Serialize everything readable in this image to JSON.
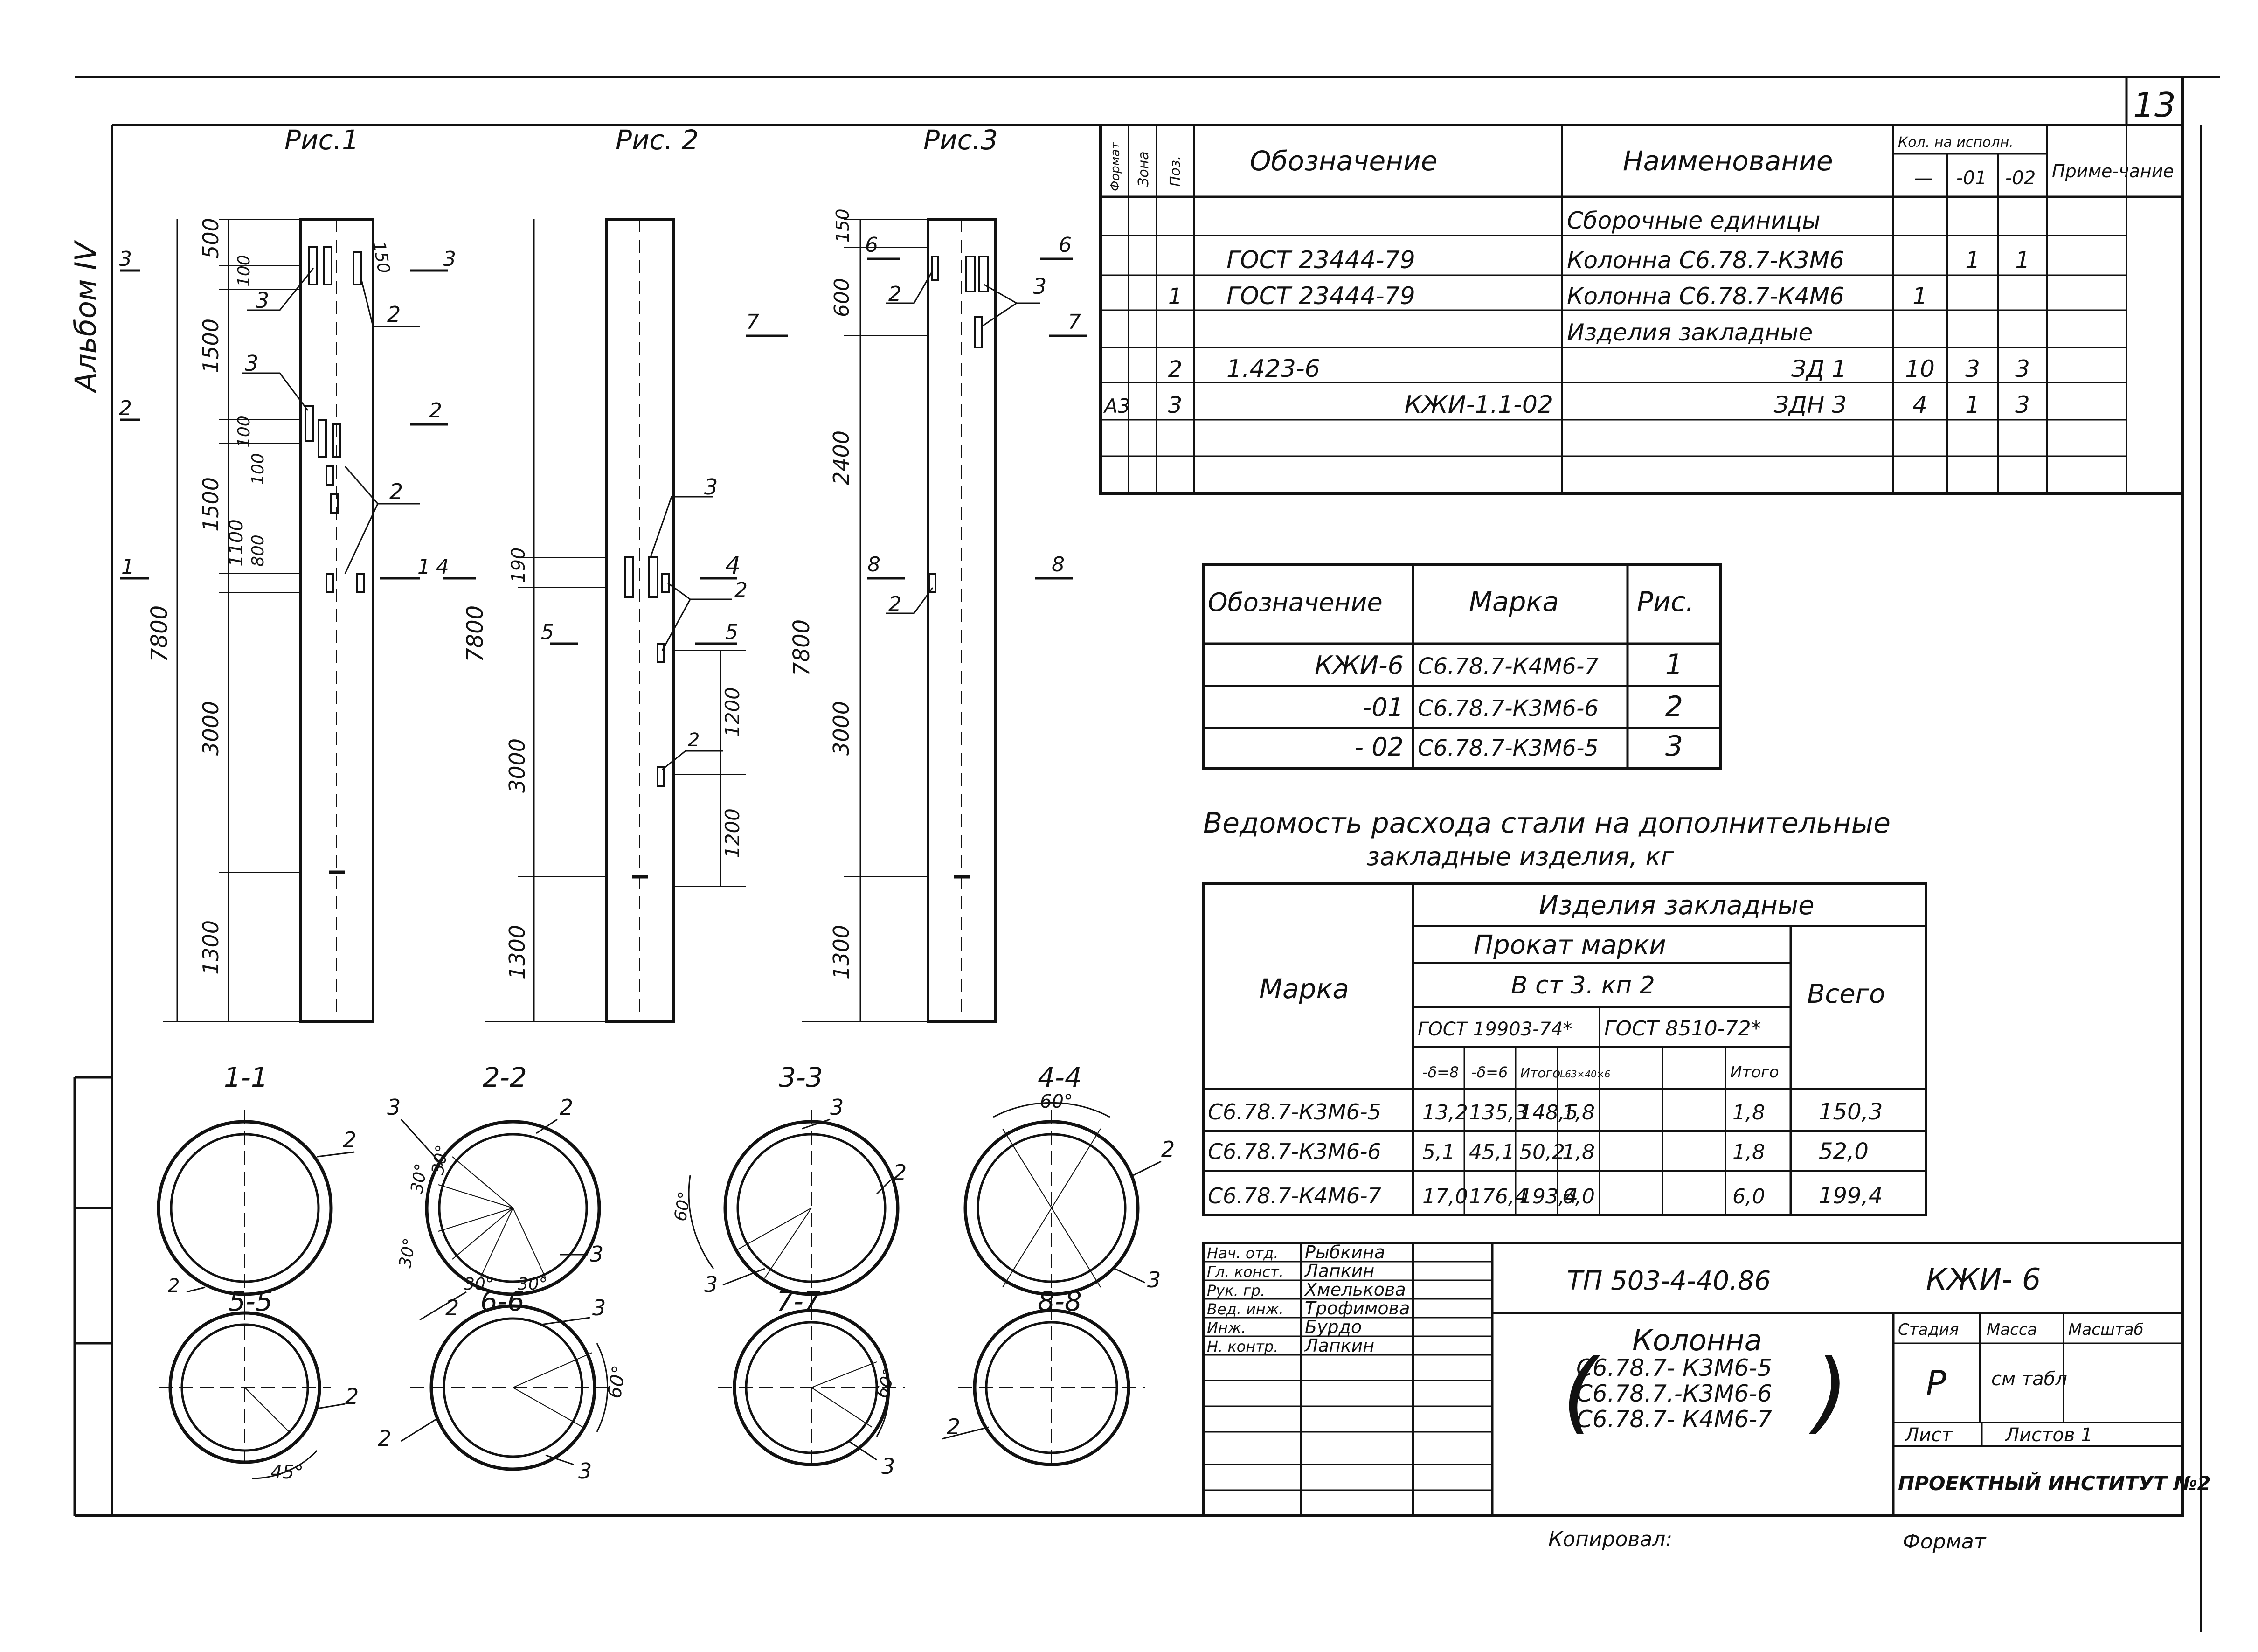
{
  "sheet": {
    "number": "13",
    "album": "Альбом IV",
    "copied": "Копировал:",
    "format": "Формат"
  },
  "figures": {
    "fig1": {
      "title": "Рис.1",
      "dims": [
        "500",
        "100",
        "1500",
        "100",
        "1500",
        "1100",
        "100",
        "800",
        "7800",
        "3000",
        "1300",
        "150"
      ],
      "cuts": [
        "3",
        "2",
        "1"
      ],
      "callouts": [
        "3",
        "2",
        "3",
        "2"
      ]
    },
    "fig2": {
      "title": "Рис. 2",
      "dims": [
        "190",
        "7800",
        "1200",
        "3000",
        "1200",
        "1300"
      ],
      "cuts": [
        "4",
        "5"
      ],
      "callouts": [
        "3",
        "2",
        "2"
      ]
    },
    "fig3": {
      "title": "Рис.3",
      "dims": [
        "150",
        "600",
        "2400",
        "7800",
        "3000",
        "1300"
      ],
      "cuts": [
        "6",
        "7",
        "8"
      ],
      "callouts": [
        "2",
        "3",
        "2"
      ]
    }
  },
  "sections": {
    "s11": {
      "label": "1-1",
      "callouts": [
        "2",
        "2"
      ]
    },
    "s22": {
      "label": "2-2",
      "callouts": [
        "3",
        "2",
        "3",
        "2"
      ],
      "angles": [
        "30°",
        "30°",
        "30°",
        "30°",
        "30°"
      ]
    },
    "s33": {
      "label": "3-3",
      "callouts": [
        "3",
        "2",
        "3"
      ],
      "angles": [
        "60°"
      ]
    },
    "s44": {
      "label": "4-4",
      "callouts": [
        "2",
        "3"
      ],
      "angles": [
        "60°"
      ]
    },
    "s55": {
      "label": "5-5",
      "callouts": [
        "2"
      ],
      "angles": [
        "45°"
      ]
    },
    "s66": {
      "label": "6-6",
      "callouts": [
        "3",
        "2",
        "3"
      ],
      "angles": [
        "60°"
      ]
    },
    "s77": {
      "label": "7-7",
      "callouts": [
        "3"
      ],
      "angles": [
        "60°"
      ]
    },
    "s88": {
      "label": "8-8",
      "callouts": [
        "2"
      ]
    }
  },
  "spec": {
    "headers": {
      "format": "Формат",
      "zone": "Зона",
      "pos": "Поз.",
      "designation": "Обозначение",
      "name": "Наименование",
      "qty": "Кол. на исполн.",
      "qty_cols": [
        "—",
        "-01",
        "-02"
      ],
      "note": "Приме-чание"
    },
    "rows": [
      {
        "format": "",
        "zone": "",
        "pos": "",
        "designation": "",
        "name": "Сборочные единицы",
        "q0": "",
        "q1": "",
        "q2": "",
        "note": ""
      },
      {
        "format": "",
        "zone": "",
        "pos": "",
        "designation": "ГОСТ 23444-79",
        "name": "Колонна С6.78.7-К3М6",
        "q0": "",
        "q1": "1",
        "q2": "1",
        "note": ""
      },
      {
        "format": "",
        "zone": "",
        "pos": "1",
        "designation": "ГОСТ 23444-79",
        "name": "Колонна С6.78.7-К4М6",
        "q0": "1",
        "q1": "",
        "q2": "",
        "note": ""
      },
      {
        "format": "",
        "zone": "",
        "pos": "",
        "designation": "",
        "name": "Изделия закладные",
        "q0": "",
        "q1": "",
        "q2": "",
        "note": ""
      },
      {
        "format": "",
        "zone": "",
        "pos": "2",
        "designation": "1.423-6",
        "name": "ЗД 1",
        "q0": "10",
        "q1": "3",
        "q2": "3",
        "note": ""
      },
      {
        "format": "А3",
        "zone": "",
        "pos": "3",
        "designation": "КЖИ-1.1-02",
        "name": "ЗДН 3",
        "q0": "4",
        "q1": "1",
        "q2": "3",
        "note": ""
      },
      {
        "format": "",
        "zone": "",
        "pos": "",
        "designation": "",
        "name": "",
        "q0": "",
        "q1": "",
        "q2": "",
        "note": ""
      }
    ]
  },
  "marks": {
    "headers": [
      "Обозначение",
      "Марка",
      "Рис."
    ],
    "rows": [
      {
        "designation": "КЖИ-6",
        "mark": "С6.78.7-К4М6-7",
        "fig": "1"
      },
      {
        "designation": "-01",
        "mark": "С6.78.7-К3М6-6",
        "fig": "2"
      },
      {
        "designation": "- 02",
        "mark": "С6.78.7-К3М6-5",
        "fig": "3"
      }
    ]
  },
  "steel": {
    "title1": "Ведомость расхода стали на дополнительные",
    "title2": "закладные изделия, кг",
    "h_mark": "Марка",
    "h_items": "Изделия закладные",
    "h_rolled": "Прокат марки",
    "h_grade": "В ст 3. кп 2",
    "h_total": "Всего",
    "h_gost1": "ГОСТ 19903-74*",
    "h_gost2": "ГОСТ 8510-72*",
    "h_sub": [
      "-δ=8",
      "-δ=6",
      "Итого",
      "L63×40×6",
      "",
      "Итого"
    ],
    "rows": [
      {
        "mark": "С6.78.7-К3М6-5",
        "v": [
          "13,2",
          "135,3",
          "148,5",
          "1,8",
          "",
          "1,8"
        ],
        "total": "150,3"
      },
      {
        "mark": "С6.78.7-К3М6-6",
        "v": [
          "5,1",
          "45,1",
          "50,2",
          "1,8",
          "",
          "1,8"
        ],
        "total": "52,0"
      },
      {
        "mark": "С6.78.7-К4М6-7",
        "v": [
          "17,0",
          "176,4",
          "193,4",
          "6,0",
          "",
          "6,0"
        ],
        "total": "199,4"
      }
    ]
  },
  "stamp": {
    "roles": [
      {
        "role": "Нач. отд.",
        "name": "Рыбкина"
      },
      {
        "role": "Гл. конст.",
        "name": "Лапкин"
      },
      {
        "role": "Рук. гр.",
        "name": "Хмелькова"
      },
      {
        "role": "Вед. инж.",
        "name": "Трофимова"
      },
      {
        "role": "Инж.",
        "name": "Бурдо"
      },
      {
        "role": "Н. контр.",
        "name": "Лапкин"
      }
    ],
    "project": "ТП 503-4-40.86",
    "code": "КЖИ- 6",
    "title": "Колонна",
    "items": [
      "С6.78.7- К3М6-5",
      "С6.78.7.-К3М6-6",
      "С6.78.7- К4М6-7"
    ],
    "stage_h": "Стадия",
    "mass_h": "Масса",
    "scale_h": "Масштаб",
    "stage": "Р",
    "mass": "см табл",
    "sheet_lbl": "Лист",
    "sheets_lbl": "Листов 1",
    "org": "ПРОЕКТНЫЙ ИНСТИТУТ №2"
  }
}
